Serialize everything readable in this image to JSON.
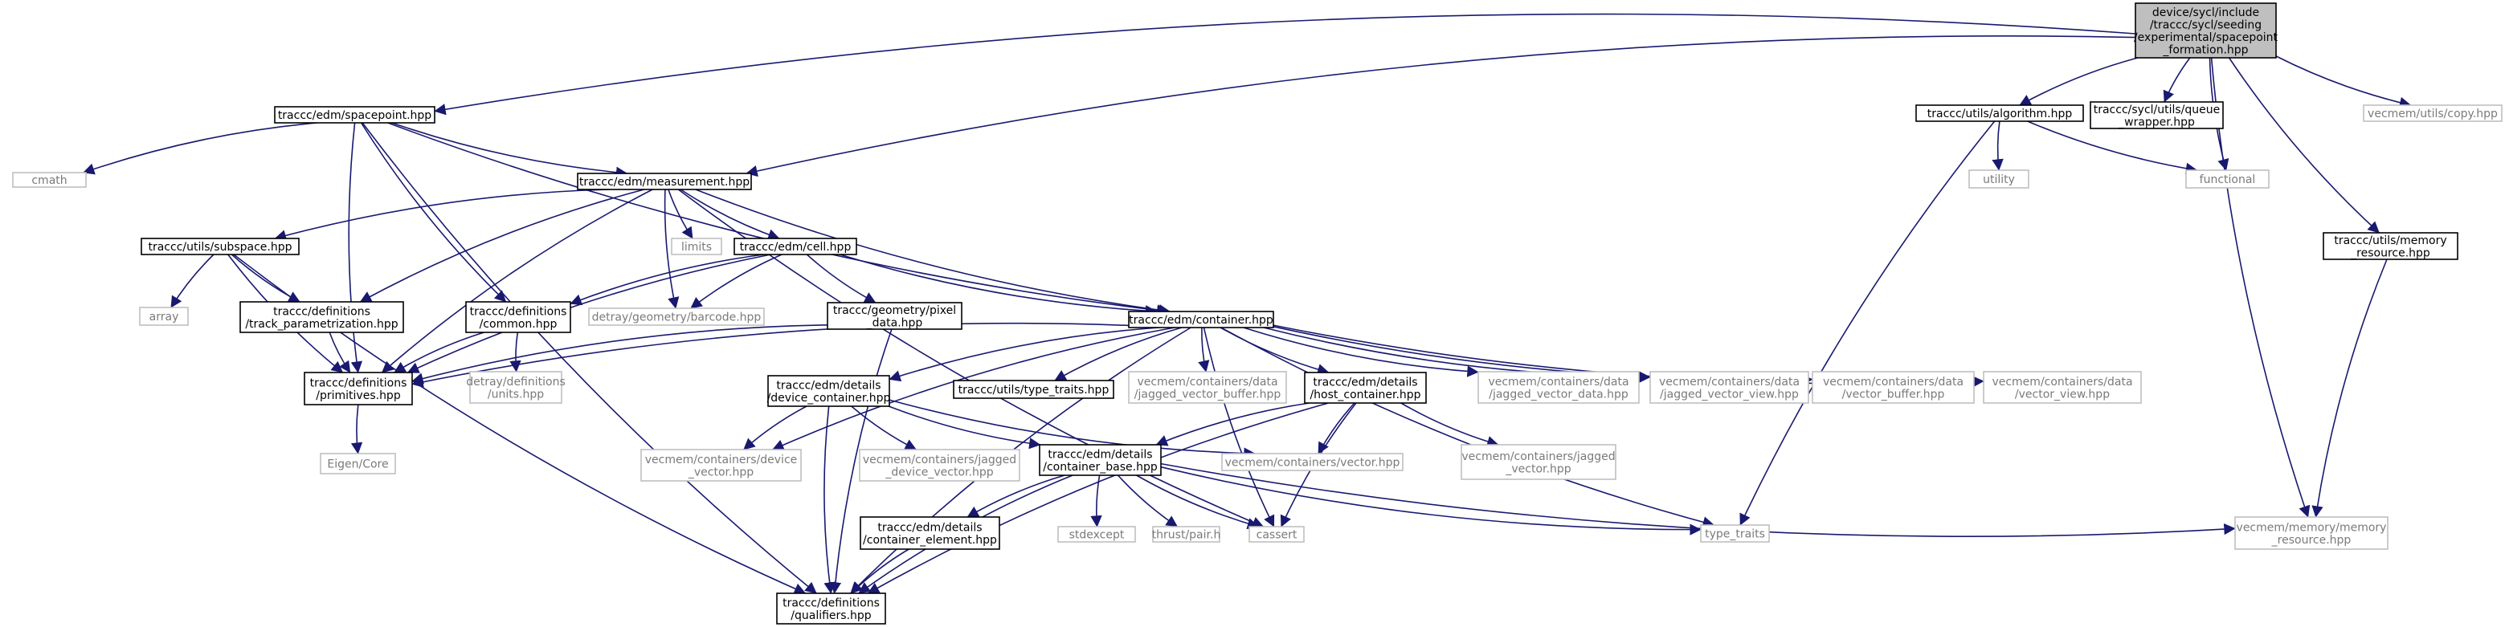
{
  "colors": {
    "edge": "#191970",
    "node_border": "#000000",
    "external_border": "#bfbfbf",
    "external_text": "#7a7a7a",
    "root_fill": "#bfbfbf",
    "text": "#000000",
    "background": "#ffffff"
  },
  "nodes": {
    "root": {
      "lines": [
        "device/sycl/include",
        "/traccc/sycl/seeding",
        "/experimental/spacepoint",
        "_formation.hpp"
      ],
      "kind": "root"
    },
    "spacepoint": {
      "lines": [
        "traccc/edm/spacepoint.hpp"
      ],
      "kind": "internal"
    },
    "algorithm": {
      "lines": [
        "traccc/utils/algorithm.hpp"
      ],
      "kind": "internal"
    },
    "queue": {
      "lines": [
        "traccc/sycl/utils/queue",
        "_wrapper.hpp"
      ],
      "kind": "internal"
    },
    "functional": {
      "lines": [
        "functional"
      ],
      "kind": "external"
    },
    "memres_traccc": {
      "lines": [
        "traccc/utils/memory",
        "_resource.hpp"
      ],
      "kind": "internal"
    },
    "vec_copy": {
      "lines": [
        "vecmem/utils/copy.hpp"
      ],
      "kind": "external"
    },
    "cmath": {
      "lines": [
        "cmath"
      ],
      "kind": "external"
    },
    "measurement": {
      "lines": [
        "traccc/edm/measurement.hpp"
      ],
      "kind": "internal"
    },
    "utility": {
      "lines": [
        "utility"
      ],
      "kind": "external"
    },
    "subspace": {
      "lines": [
        "traccc/utils/subspace.hpp"
      ],
      "kind": "internal"
    },
    "limits": {
      "lines": [
        "limits"
      ],
      "kind": "external"
    },
    "cell": {
      "lines": [
        "traccc/edm/cell.hpp"
      ],
      "kind": "internal"
    },
    "array": {
      "lines": [
        "array"
      ],
      "kind": "external"
    },
    "trackparam": {
      "lines": [
        "traccc/definitions",
        "/track_parametrization.hpp"
      ],
      "kind": "internal"
    },
    "common": {
      "lines": [
        "traccc/definitions",
        "/common.hpp"
      ],
      "kind": "internal"
    },
    "barcode": {
      "lines": [
        "detray/geometry/barcode.hpp"
      ],
      "kind": "external"
    },
    "pixel": {
      "lines": [
        "traccc/geometry/pixel",
        "_data.hpp"
      ],
      "kind": "internal"
    },
    "container": {
      "lines": [
        "traccc/edm/container.hpp"
      ],
      "kind": "internal"
    },
    "primitives": {
      "lines": [
        "traccc/definitions",
        "/primitives.hpp"
      ],
      "kind": "internal"
    },
    "units": {
      "lines": [
        "detray/definitions",
        "/units.hpp"
      ],
      "kind": "external"
    },
    "devcont": {
      "lines": [
        "traccc/edm/details",
        "/device_container.hpp"
      ],
      "kind": "internal"
    },
    "typetraits_traccc": {
      "lines": [
        "traccc/utils/type_traits.hpp"
      ],
      "kind": "internal"
    },
    "jvb": {
      "lines": [
        "vecmem/containers/data",
        "/jagged_vector_buffer.hpp"
      ],
      "kind": "external"
    },
    "hostcont": {
      "lines": [
        "traccc/edm/details",
        "/host_container.hpp"
      ],
      "kind": "internal"
    },
    "jvd": {
      "lines": [
        "vecmem/containers/data",
        "/jagged_vector_data.hpp"
      ],
      "kind": "external"
    },
    "jvv": {
      "lines": [
        "vecmem/containers/data",
        "/jagged_vector_view.hpp"
      ],
      "kind": "external"
    },
    "vb": {
      "lines": [
        "vecmem/containers/data",
        "/vector_buffer.hpp"
      ],
      "kind": "external"
    },
    "vv": {
      "lines": [
        "vecmem/containers/data",
        "/vector_view.hpp"
      ],
      "kind": "external"
    },
    "eigen": {
      "lines": [
        "Eigen/Core"
      ],
      "kind": "external"
    },
    "devvec": {
      "lines": [
        "vecmem/containers/device",
        "_vector.hpp"
      ],
      "kind": "external"
    },
    "jdevvec": {
      "lines": [
        "vecmem/containers/jagged",
        "_device_vector.hpp"
      ],
      "kind": "external"
    },
    "contbase": {
      "lines": [
        "traccc/edm/details",
        "/container_base.hpp"
      ],
      "kind": "internal"
    },
    "vector": {
      "lines": [
        "vecmem/containers/vector.hpp"
      ],
      "kind": "external"
    },
    "jvector": {
      "lines": [
        "vecmem/containers/jagged",
        "_vector.hpp"
      ],
      "kind": "external"
    },
    "contelem": {
      "lines": [
        "traccc/edm/details",
        "/container_element.hpp"
      ],
      "kind": "internal"
    },
    "stdexcept": {
      "lines": [
        "stdexcept"
      ],
      "kind": "external"
    },
    "pair": {
      "lines": [
        "thrust/pair.h"
      ],
      "kind": "external"
    },
    "cassert": {
      "lines": [
        "cassert"
      ],
      "kind": "external"
    },
    "type_traits": {
      "lines": [
        "type_traits"
      ],
      "kind": "external"
    },
    "vmemres": {
      "lines": [
        "vecmem/memory/memory",
        "_resource.hpp"
      ],
      "kind": "external"
    },
    "qualifiers": {
      "lines": [
        "traccc/definitions",
        "/qualifiers.hpp"
      ],
      "kind": "internal"
    }
  },
  "edges": [
    [
      "root",
      "spacepoint"
    ],
    [
      "root",
      "measurement"
    ],
    [
      "root",
      "algorithm"
    ],
    [
      "root",
      "queue"
    ],
    [
      "root",
      "functional"
    ],
    [
      "root",
      "vmemres"
    ],
    [
      "root",
      "memres_traccc"
    ],
    [
      "root",
      "vec_copy"
    ],
    [
      "spacepoint",
      "cmath"
    ],
    [
      "spacepoint",
      "measurement"
    ],
    [
      "spacepoint",
      "container"
    ],
    [
      "spacepoint",
      "primitives"
    ],
    [
      "spacepoint",
      "common"
    ],
    [
      "spacepoint",
      "qualifiers"
    ],
    [
      "algorithm",
      "utility"
    ],
    [
      "algorithm",
      "functional"
    ],
    [
      "algorithm",
      "type_traits"
    ],
    [
      "memres_traccc",
      "vmemres"
    ],
    [
      "measurement",
      "subspace"
    ],
    [
      "measurement",
      "limits"
    ],
    [
      "measurement",
      "cell"
    ],
    [
      "measurement",
      "trackparam"
    ],
    [
      "measurement",
      "barcode"
    ],
    [
      "measurement",
      "primitives"
    ],
    [
      "measurement",
      "container"
    ],
    [
      "measurement",
      "cassert"
    ],
    [
      "subspace",
      "array"
    ],
    [
      "subspace",
      "trackparam"
    ],
    [
      "subspace",
      "primitives"
    ],
    [
      "subspace",
      "qualifiers"
    ],
    [
      "cell",
      "common"
    ],
    [
      "cell",
      "barcode"
    ],
    [
      "cell",
      "pixel"
    ],
    [
      "cell",
      "container"
    ],
    [
      "cell",
      "primitives"
    ],
    [
      "trackparam",
      "primitives"
    ],
    [
      "common",
      "primitives"
    ],
    [
      "common",
      "units"
    ],
    [
      "pixel",
      "primitives"
    ],
    [
      "pixel",
      "qualifiers"
    ],
    [
      "container",
      "devcont"
    ],
    [
      "container",
      "typetraits_traccc"
    ],
    [
      "container",
      "jvb"
    ],
    [
      "container",
      "hostcont"
    ],
    [
      "container",
      "jvd"
    ],
    [
      "container",
      "jvv"
    ],
    [
      "container",
      "vb"
    ],
    [
      "container",
      "vv"
    ],
    [
      "container",
      "devvec"
    ],
    [
      "container",
      "type_traits"
    ],
    [
      "container",
      "qualifiers"
    ],
    [
      "container",
      "primitives"
    ],
    [
      "container",
      "cassert"
    ],
    [
      "primitives",
      "eigen"
    ],
    [
      "devcont",
      "devvec"
    ],
    [
      "devcont",
      "jdevvec"
    ],
    [
      "devcont",
      "contbase"
    ],
    [
      "devcont",
      "vector"
    ],
    [
      "devcont",
      "qualifiers"
    ],
    [
      "hostcont",
      "contbase"
    ],
    [
      "hostcont",
      "vector"
    ],
    [
      "hostcont",
      "jvector"
    ],
    [
      "hostcont",
      "cassert"
    ],
    [
      "hostcont",
      "qualifiers"
    ],
    [
      "contbase",
      "contelem"
    ],
    [
      "contbase",
      "stdexcept"
    ],
    [
      "contbase",
      "pair"
    ],
    [
      "contbase",
      "cassert"
    ],
    [
      "contbase",
      "type_traits"
    ],
    [
      "contbase",
      "vmemres"
    ],
    [
      "contbase",
      "qualifiers"
    ],
    [
      "contelem",
      "qualifiers"
    ]
  ]
}
